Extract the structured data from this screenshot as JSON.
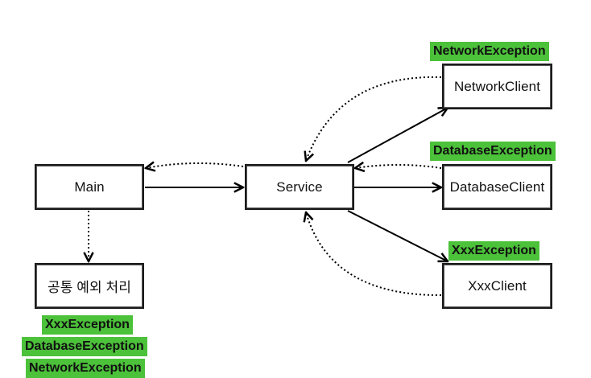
{
  "nodes": {
    "main": "Main",
    "service": "Service",
    "network_client": "NetworkClient",
    "database_client": "DatabaseClient",
    "xxx_client": "XxxClient",
    "common_handler": "공통 예외 처리"
  },
  "exceptions": {
    "network": "NetworkException",
    "database": "DatabaseException",
    "xxx": "XxxException"
  },
  "handled_exceptions": [
    "XxxException",
    "DatabaseException",
    "NetworkException"
  ],
  "colors": {
    "exception_tag": "#4cc13a",
    "line": "#000000"
  }
}
